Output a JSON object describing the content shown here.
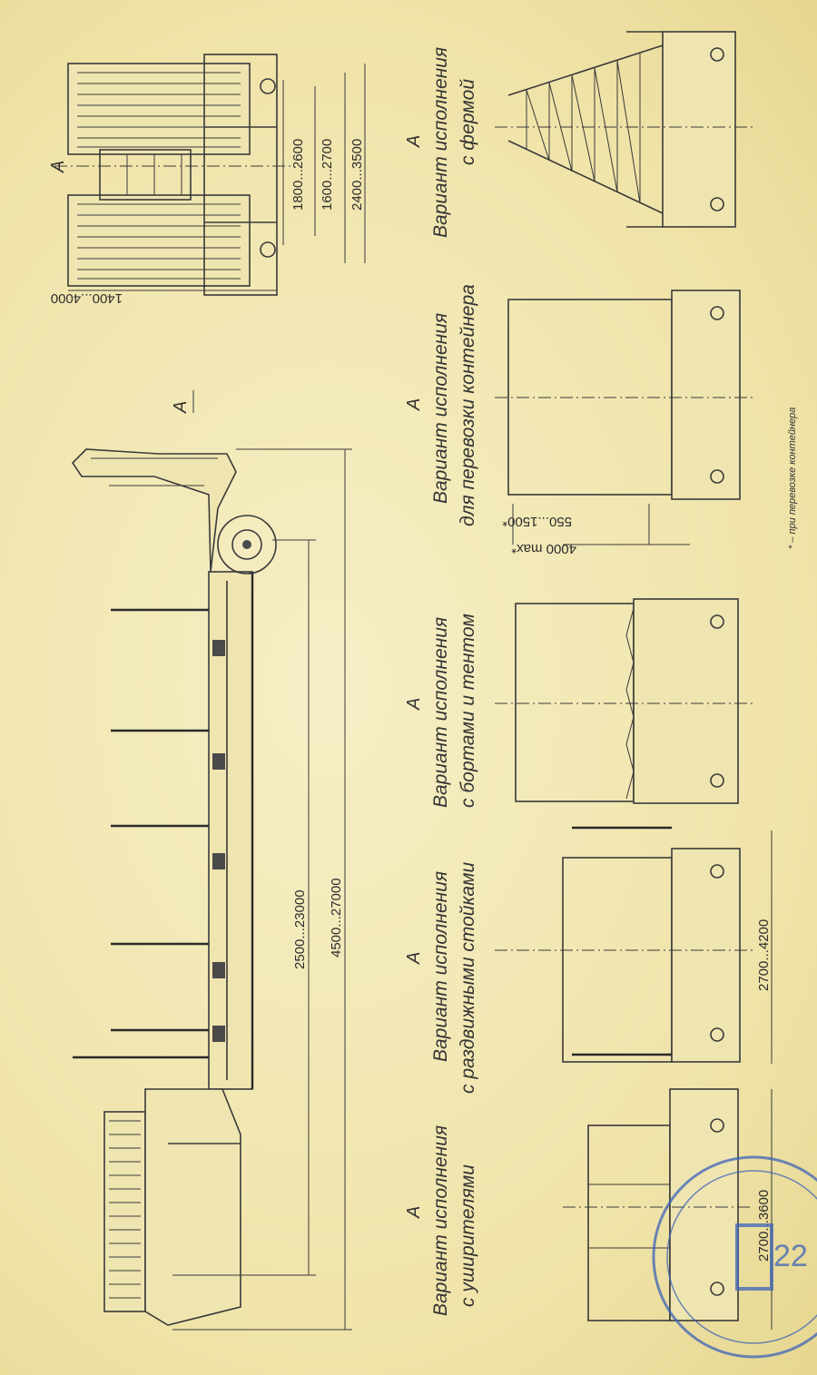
{
  "drawing": {
    "view_label": "А",
    "section_letter": "А",
    "top_view": {
      "dims": [
        "1400...4000",
        "1800...2600",
        "1600...2700",
        "2400...3500"
      ]
    },
    "side_view": {
      "dims": [
        "2500...23000",
        "4500...27000"
      ]
    },
    "variants": [
      {
        "letter": "А",
        "line1": "Вариант исполнения",
        "line2": "с уширителями",
        "dim": "2700...3600"
      },
      {
        "letter": "А",
        "line1": "Вариант исполнения",
        "line2": "с раздвижными стойками",
        "dim": "2700...4200"
      },
      {
        "letter": "А",
        "line1": "Вариант исполнения",
        "line2": "с бортами и тентом",
        "dim": ""
      },
      {
        "letter": "А",
        "line1": "Вариант исполнения",
        "line2": "для перевозки контейнера",
        "dim": "550...1500*",
        "dim2": "4000 max*"
      },
      {
        "letter": "А",
        "line1": "Вариант исполнения",
        "line2": "с фермой",
        "dim": ""
      }
    ],
    "footnote": "* – при перевозке контейнера",
    "stamp": {
      "number": "22",
      "color": "#3d64b8"
    }
  }
}
